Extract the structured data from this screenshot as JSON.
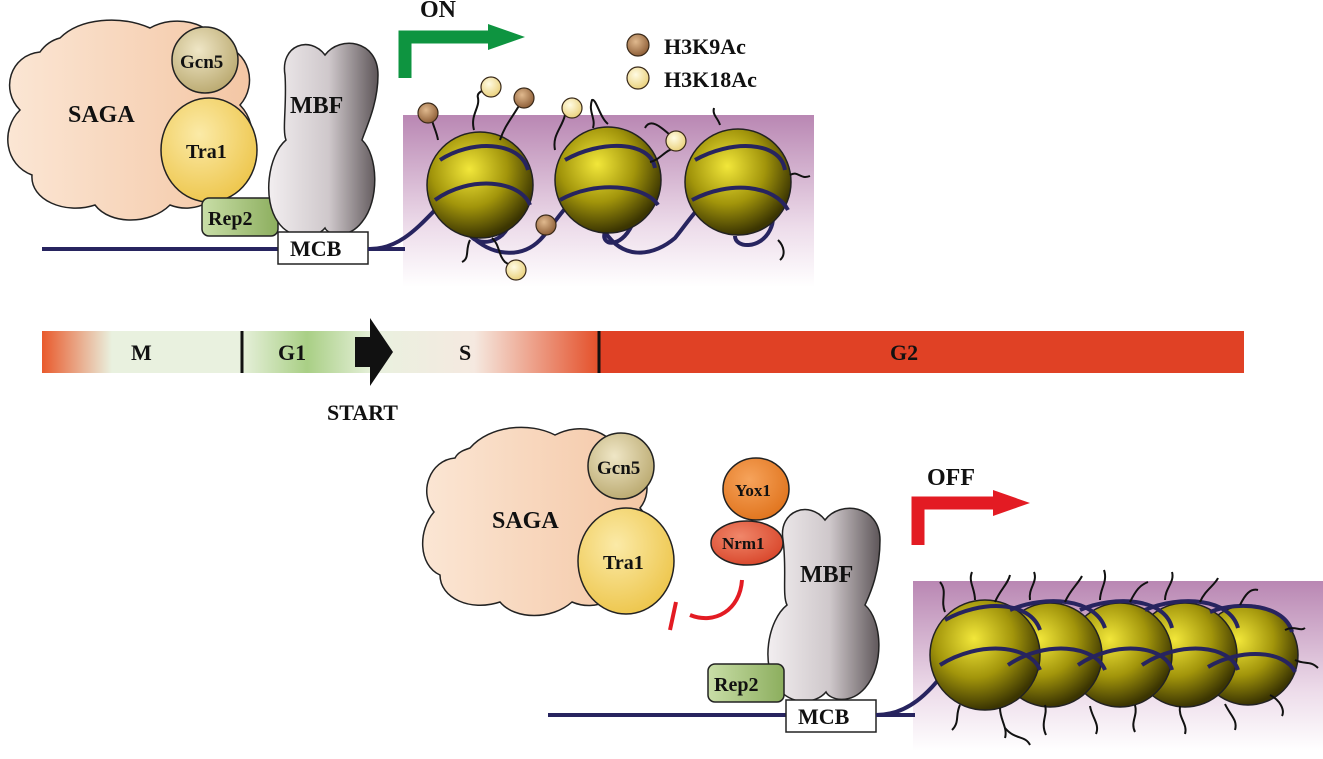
{
  "legend": {
    "h3k9ac": {
      "label": "H3K9Ac",
      "color": "#a8754b"
    },
    "h3k18ac": {
      "label": "H3K18Ac",
      "color": "#f1dd8e"
    }
  },
  "top_panel": {
    "state_label": "ON",
    "state_color": "#0e9440",
    "saga": "SAGA",
    "gcn5": "Gcn5",
    "tra1": "Tra1",
    "rep2": "Rep2",
    "mbf": "MBF",
    "mcb": "MCB"
  },
  "cell_cycle": {
    "phases": [
      "M",
      "G1",
      "S",
      "G2"
    ],
    "start_label": "START",
    "g2_color": "#e04125"
  },
  "bottom_panel": {
    "state_label": "OFF",
    "state_color": "#e31b23",
    "saga": "SAGA",
    "gcn5": "Gcn5",
    "tra1": "Tra1",
    "yox1": "Yox1",
    "nrm1": "Nrm1",
    "rep2": "Rep2",
    "mbf": "MBF",
    "mcb": "MCB"
  },
  "colors": {
    "saga": "#f7d3b5",
    "gcn5": "#d1c394",
    "tra1": "#f7d768",
    "rep2": "#a5c178",
    "mbf_light": "#e3dde0",
    "mbf_dark": "#6c6467",
    "nucleosome": "#a89a10",
    "dna": "#27245f",
    "chromatin_bg": "#c799c1",
    "yox1": "#f08a24",
    "nrm1": "#e85f3a"
  },
  "icons": [
    "on-arrow-icon",
    "off-arrow-icon",
    "start-arrow-icon",
    "inhibition-icon"
  ]
}
